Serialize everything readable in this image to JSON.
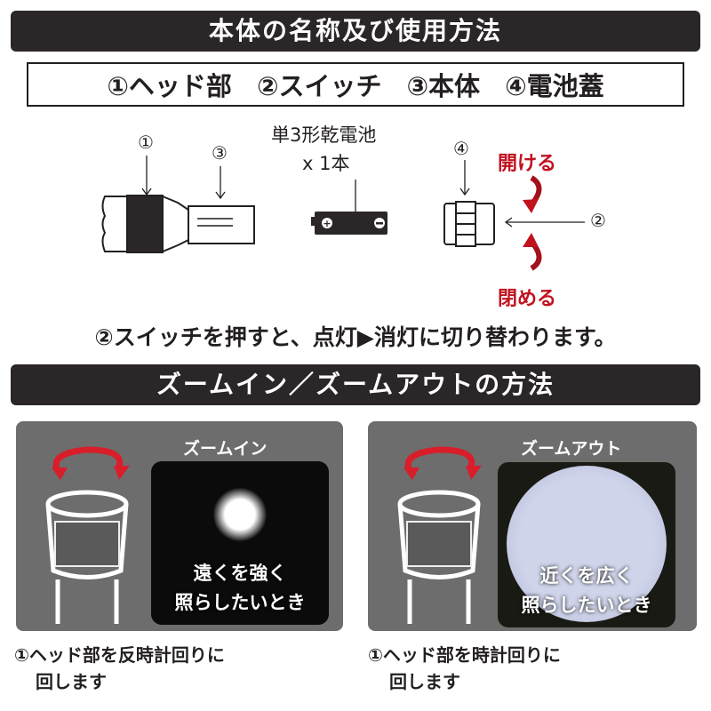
{
  "section1": {
    "title": "本体の名称及び使用方法"
  },
  "parts": [
    "①ヘッド部",
    "②スイッチ",
    "③本体",
    "④電池蓋"
  ],
  "diagram": {
    "label1": "①",
    "label3": "③",
    "label4": "④",
    "label2": "②",
    "battery_type": "単3形乾電池",
    "battery_count": "x 1本",
    "open": "開ける",
    "close": "閉める",
    "plus": "+",
    "minus": "−"
  },
  "instruction": "②スイッチを押すと、点灯▶消灯に切り替わります。",
  "section2": {
    "title": "ズームイン／ズームアウトの方法"
  },
  "zoom_in": {
    "title": "ズームイン",
    "line1": "遠くを強く",
    "line2": "照らしたいとき",
    "caption1": "①ヘッド部を反時計回りに",
    "caption2": "回します"
  },
  "zoom_out": {
    "title": "ズームアウト",
    "line1": "近くを広く",
    "line2": "照らしたいとき",
    "caption1": "①ヘッド部を時計回りに",
    "caption2": "回します"
  },
  "colors": {
    "dark": "#2b2728",
    "accent": "#c1121f",
    "panel": "#6d6d6d"
  }
}
